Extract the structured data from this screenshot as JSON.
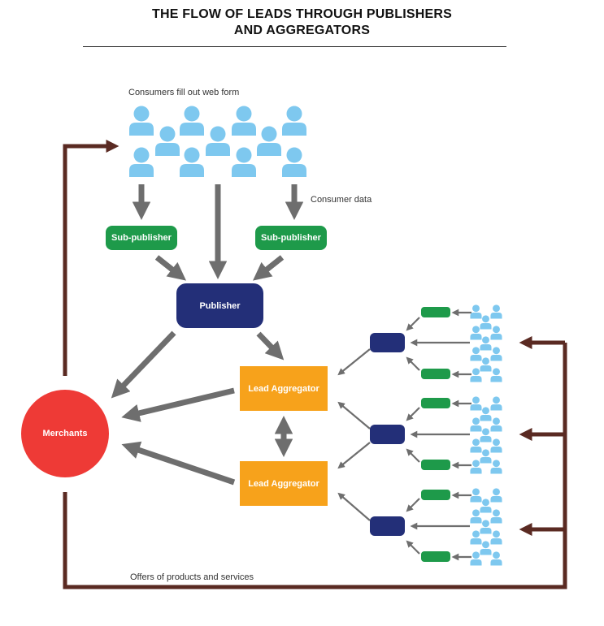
{
  "title": {
    "line1": "THE FLOW OF LEADS THROUGH PUBLISHERS",
    "line2": "AND AGGREGATORS"
  },
  "labels": {
    "consumers": "Consumers fill out web form",
    "consumer_data": "Consumer data",
    "offers": "Offers of products and services"
  },
  "nodes": {
    "sub_publisher_left": "Sub-publisher",
    "sub_publisher_right": "Sub-publisher",
    "publisher": "Publisher",
    "lead_aggregator_top": "Lead Aggregator",
    "lead_aggregator_bottom": "Lead Aggregator",
    "merchants": "Merchants"
  },
  "colors": {
    "consumer_icon": "#7ec8ef",
    "sub_publisher": "#1e9a4a",
    "publisher": "#232f78",
    "aggregator": "#f7a21b",
    "merchants": "#ee3a36",
    "flow_arrow": "#6e6e6e",
    "feedback_arrow": "#5a2a22"
  }
}
